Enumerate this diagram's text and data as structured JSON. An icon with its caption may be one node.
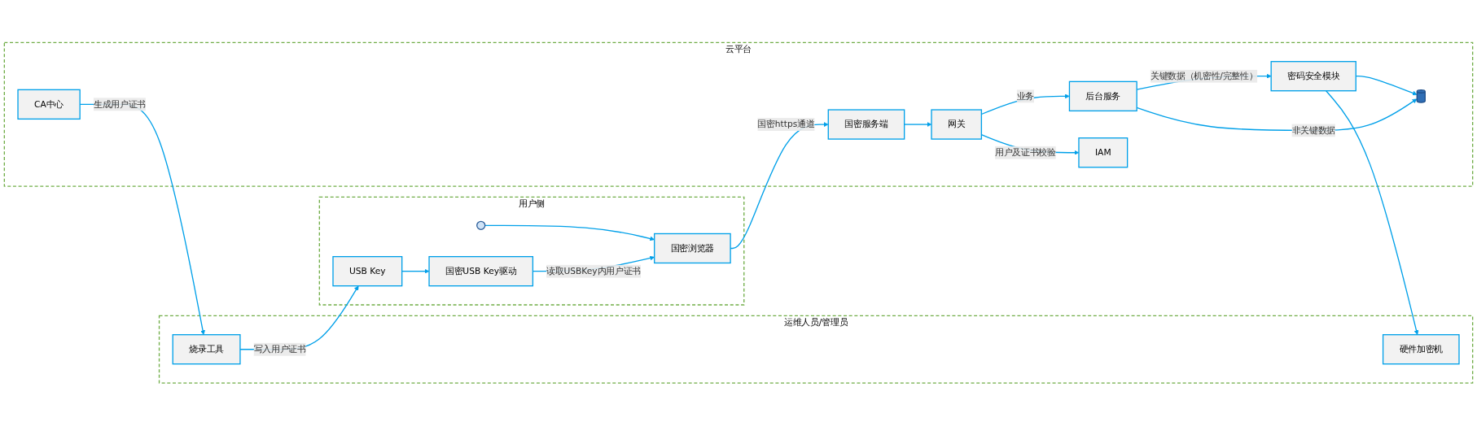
{
  "diagram": {
    "nodes": [
      {
        "text": [
          "用户侧"
        ]
      },
      {
        "text": [],
        "shape": "person",
        "in": 0
      },
      {
        "text": [
          "国密浏览器"
        ],
        "in": 0
      },
      {
        "text": [
          "国密USB Key驱动"
        ],
        "in": 0
      },
      {
        "text": [
          "USB Key"
        ],
        "in": 0
      },
      {
        "text": [
          "云平台"
        ]
      },
      {
        "text": [
          "国密服务端"
        ],
        "in": 5
      },
      {
        "text": [
          "网关"
        ],
        "in": 5
      },
      {
        "text": [
          "后台服务"
        ],
        "in": 5
      },
      {
        "text": [
          "密码安全模块"
        ],
        "in": 5
      },
      {
        "text": [
          "IAM"
        ],
        "in": 5
      },
      {
        "text": [
          "CA中心"
        ],
        "in": 5
      },
      {
        "text": [],
        "shape": "cylinder",
        "in": 5
      },
      {
        "text": [
          "运维人员/管理员"
        ]
      },
      {
        "text": [
          "烧录工具"
        ],
        "in": 13
      },
      {
        "text": [
          "硬件加密机"
        ],
        "in": 13
      }
    ],
    "edges": [
      {
        "from": 1,
        "to": 2,
        "arrow": "to"
      },
      {
        "from": 2,
        "to": 6,
        "arrow": "to",
        "label": "国密https通道"
      },
      {
        "from": 6,
        "to": 7,
        "arrow": "to"
      },
      {
        "from": 7,
        "to": 8,
        "arrow": "to",
        "label": "业务"
      },
      {
        "from": 8,
        "to": 9,
        "arrow": "to",
        "label": "关键数据（机密性/完整性）"
      },
      {
        "from": 9,
        "to": 12,
        "arrow": "to"
      },
      {
        "from": 8,
        "to": 12,
        "arrow": "to",
        "label": "非关键数据"
      },
      {
        "from": 7,
        "to": 10,
        "arrow": "to",
        "label": "用户及证书校验"
      },
      {
        "from": 11,
        "to": 14,
        "arrow": "to",
        "label": "生成用户证书"
      },
      {
        "from": 14,
        "to": 4,
        "arrow": "to",
        "label": "写入用户证书"
      },
      {
        "from": 4,
        "to": 3,
        "arrow": "to"
      },
      {
        "from": 3,
        "to": 2,
        "arrow": "to",
        "label": "读取USBKey内用户证书"
      },
      {
        "from": 9,
        "to": 15,
        "arrow": "to"
      }
    ]
  }
}
